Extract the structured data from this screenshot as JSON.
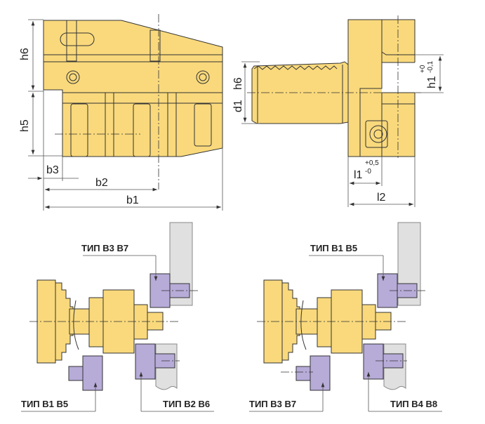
{
  "colors": {
    "body": "#f9d97c",
    "tool": "#b7abd8",
    "holder": "#e0e0e0",
    "line": "#333333"
  },
  "front_view": {
    "h6": "h6",
    "h5": "h5",
    "b1": "b1",
    "b2": "b2",
    "b3": "b3"
  },
  "side_view": {
    "d1": "d1",
    "d1_fit": "h6",
    "h1": "h1",
    "h1_upper": "+0",
    "h1_lower": "-0,1",
    "l1": "l1",
    "l1_upper": "+0,5",
    "l1_lower": "-0",
    "l2": "l2"
  },
  "setup_left": {
    "type_top": "ТИП B3 B7",
    "type_bottom_left": "ТИП B1 B5",
    "type_bottom_right": "ТИП B2 B6"
  },
  "setup_right": {
    "type_top": "ТИП B1 B5",
    "type_bottom_left": "ТИП B3 B7",
    "type_bottom_right": "ТИП B4 B8"
  }
}
